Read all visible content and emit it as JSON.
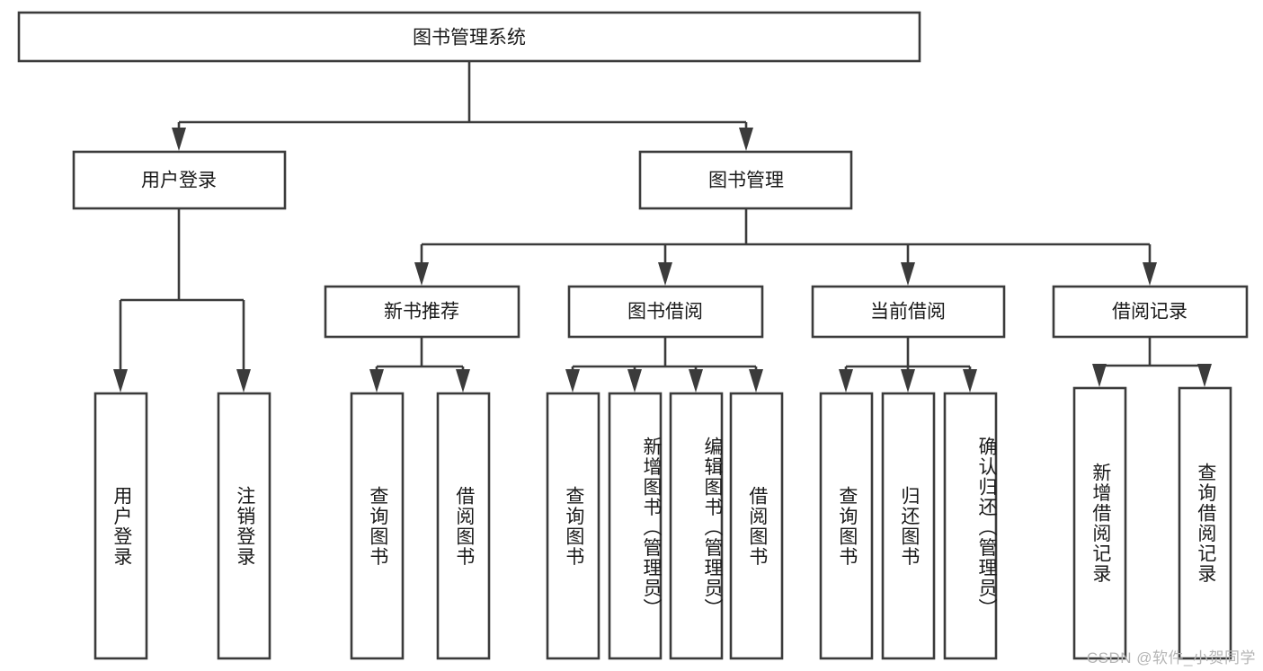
{
  "diagram": {
    "type": "tree",
    "title": "图书管理系统",
    "watermark": "CSDN @软件_小贺同学",
    "colors": {
      "box_stroke": "#3b3b3b",
      "box_fill": "#ffffff",
      "text": "#1a1a1a",
      "watermark": "#b5b5b5",
      "background": "#ffffff"
    },
    "nodes": {
      "root": {
        "label": "图书管理系统"
      },
      "level2": [
        {
          "id": "user-login",
          "label": "用户登录"
        },
        {
          "id": "book-management",
          "label": "图书管理"
        }
      ],
      "level3": [
        {
          "id": "new-book-recommend",
          "label": "新书推荐"
        },
        {
          "id": "book-borrow",
          "label": "图书借阅"
        },
        {
          "id": "current-borrow",
          "label": "当前借阅"
        },
        {
          "id": "borrow-record",
          "label": "借阅记录"
        }
      ],
      "leaves": {
        "user-login": [
          {
            "id": "leaf-user-login",
            "label": "用户登录"
          },
          {
            "id": "leaf-logout-login",
            "label": "注销登录"
          }
        ],
        "new-book-recommend": [
          {
            "id": "leaf-query-book-1",
            "label": "查询图书"
          },
          {
            "id": "leaf-borrow-book-1",
            "label": "借阅图书"
          }
        ],
        "book-borrow": [
          {
            "id": "leaf-query-book-2",
            "label": "查询图书"
          },
          {
            "id": "leaf-add-book-admin",
            "label": "新增图书（管理员）"
          },
          {
            "id": "leaf-edit-book-admin",
            "label": "编辑图书（管理员）"
          },
          {
            "id": "leaf-borrow-book-2",
            "label": "借阅图书"
          }
        ],
        "current-borrow": [
          {
            "id": "leaf-query-book-3",
            "label": "查询图书"
          },
          {
            "id": "leaf-return-book",
            "label": "归还图书"
          },
          {
            "id": "leaf-confirm-return-admin",
            "label": "确认归还（管理员）"
          }
        ],
        "borrow-record": [
          {
            "id": "leaf-add-borrow-record",
            "label": "新增借阅记录"
          },
          {
            "id": "leaf-query-borrow-record",
            "label": "查询借阅记录"
          }
        ]
      }
    }
  }
}
